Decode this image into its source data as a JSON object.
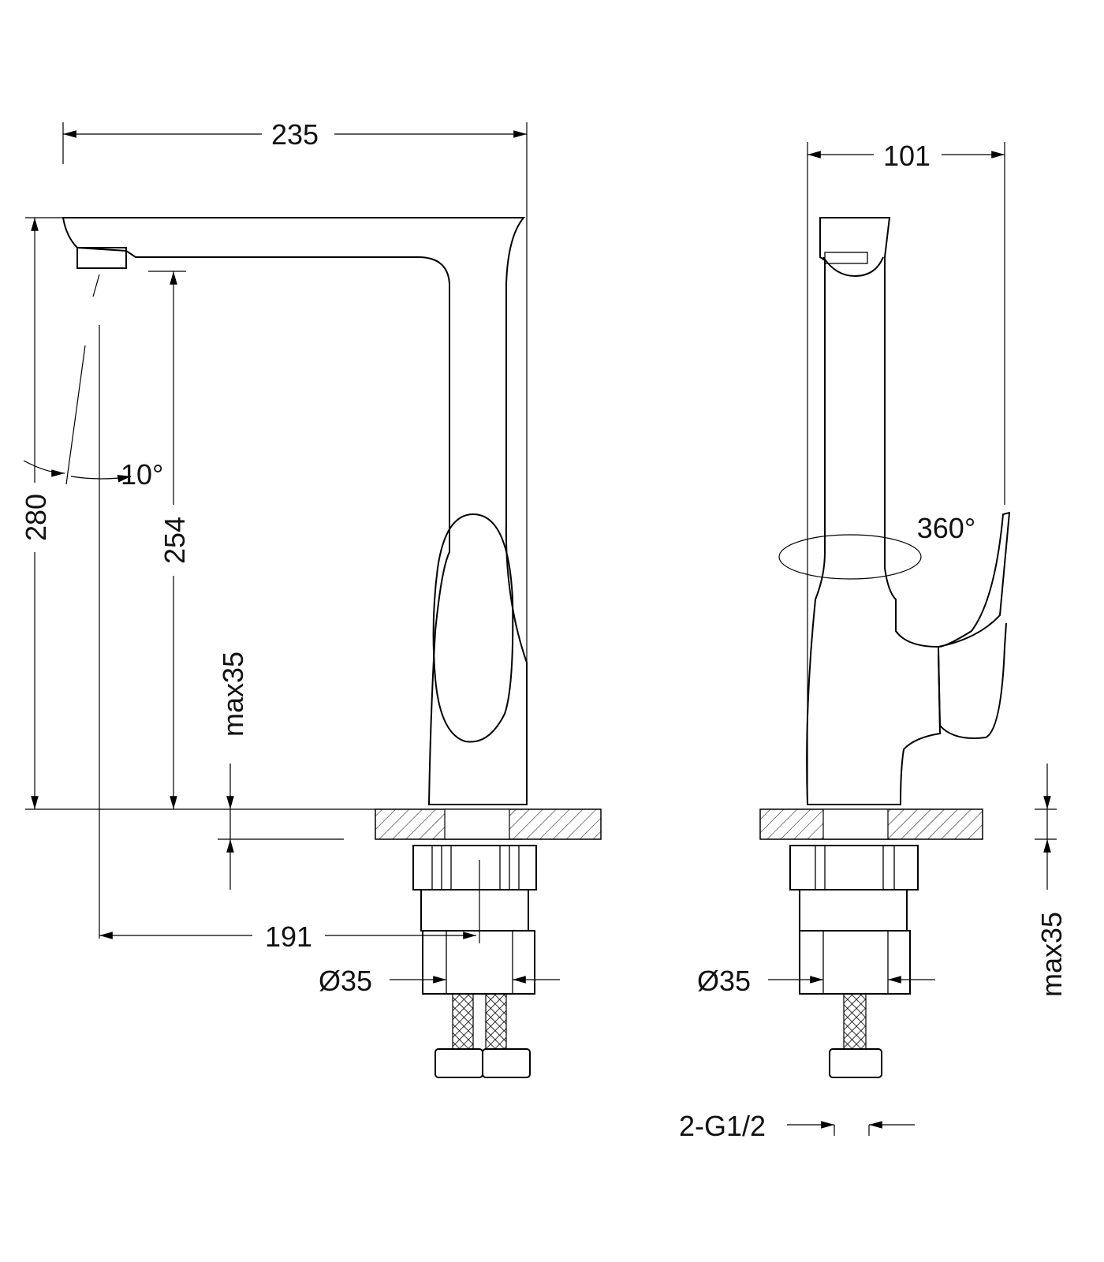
{
  "drawing": {
    "front_view": {
      "width_label": "235",
      "total_height_label": "280",
      "spout_height_label": "254",
      "angle_label": "10°",
      "reach_label": "191",
      "counter_thickness_label": "max35",
      "mount_diameter_label": "Ø35"
    },
    "side_view": {
      "width_label": "101",
      "rotation_label": "360°",
      "counter_thickness_label": "max35",
      "mount_diameter_label": "Ø35",
      "connection_label": "2-G1/2"
    }
  }
}
